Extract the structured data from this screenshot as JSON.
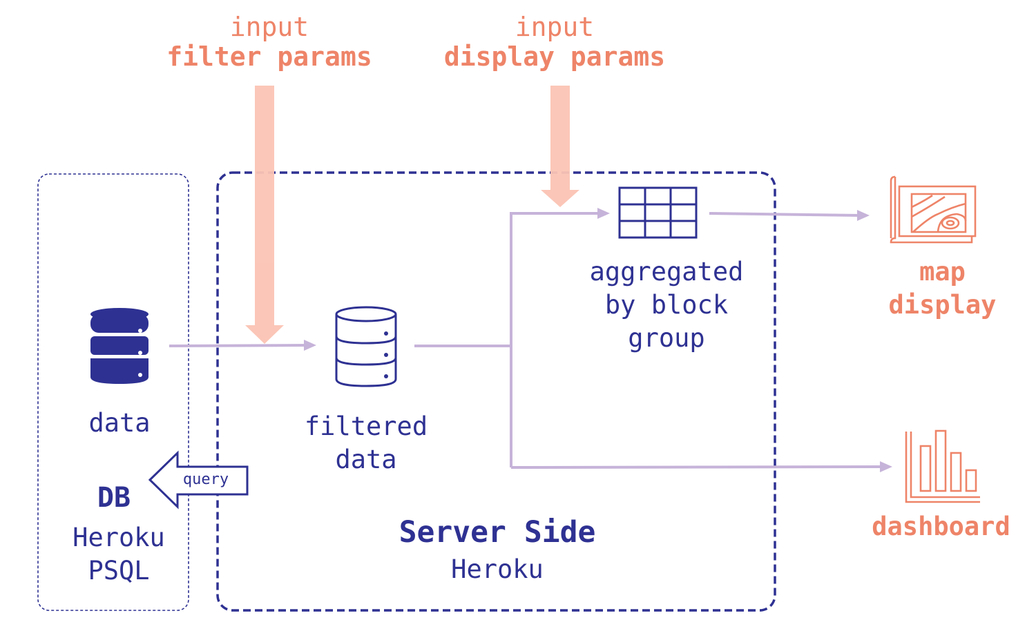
{
  "inputs": {
    "filter": {
      "line1": "input",
      "line2": "filter params"
    },
    "display": {
      "line1": "input",
      "line2": "display params"
    }
  },
  "db": {
    "data_label": "data",
    "query_label": "query",
    "title": "DB",
    "subtitle1": "Heroku",
    "subtitle2": "PSQL"
  },
  "server": {
    "filtered1": "filtered",
    "filtered2": "data",
    "agg1": "aggregated",
    "agg2": "by block",
    "agg3": "group",
    "title": "Server Side",
    "subtitle": "Heroku"
  },
  "outputs": {
    "map1": "map",
    "map2": "display",
    "dashboard": "dashboard"
  },
  "colors": {
    "navy": "#2e3192",
    "salmon": "#ee8468",
    "input_arrow": "#fbc4b4",
    "flow_line": "#c6b3d9"
  },
  "icons": {
    "db": "database-icon",
    "filtered": "database-outline-icon",
    "aggregated": "table-grid-icon",
    "map": "map-icon",
    "dashboard": "bar-chart-icon"
  }
}
